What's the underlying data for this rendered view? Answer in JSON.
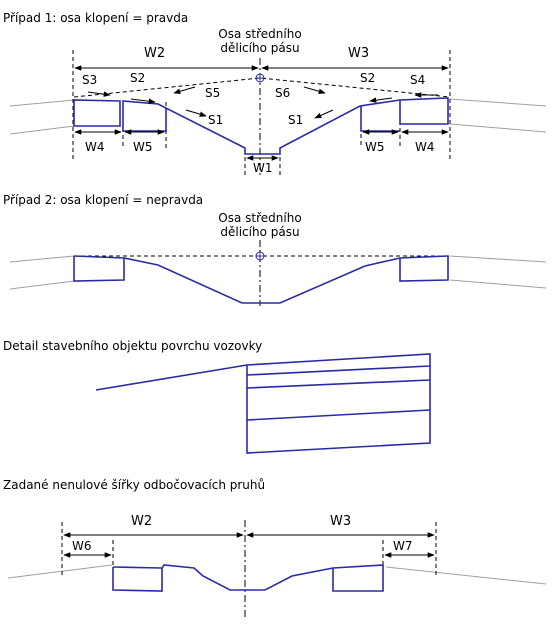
{
  "case1": {
    "title": "Případ 1: osa klopení = pravda",
    "axis_label_line1": "Osa středního",
    "axis_label_line2": "dělicího pásu",
    "dims": {
      "w1": "W1",
      "w2": "W2",
      "w3": "W3",
      "w4_left": "W4",
      "w5_left": "W5",
      "w4_right": "W4",
      "w5_right": "W5"
    },
    "slopes": {
      "s1_left": "S1",
      "s1_right": "S1",
      "s2_left": "S2",
      "s2_right": "S2",
      "s3": "S3",
      "s4": "S4",
      "s5": "S5",
      "s6": "S6"
    }
  },
  "case2": {
    "title": "Případ 2: osa klopení = nepravda",
    "axis_label_line1": "Osa středního",
    "axis_label_line2": "dělicího pásu"
  },
  "detail": {
    "title": "Detail stavebního objektu povrchu vozovky"
  },
  "turn_lanes": {
    "title": "Zadané nenulové šířky odbočovacích pruhů",
    "dims": {
      "w2": "W2",
      "w3": "W3",
      "w6": "W6",
      "w7": "W7"
    }
  },
  "colors": {
    "structure": "#2a2aa8",
    "terrain": "#a0a0a0",
    "text": "#000000"
  }
}
